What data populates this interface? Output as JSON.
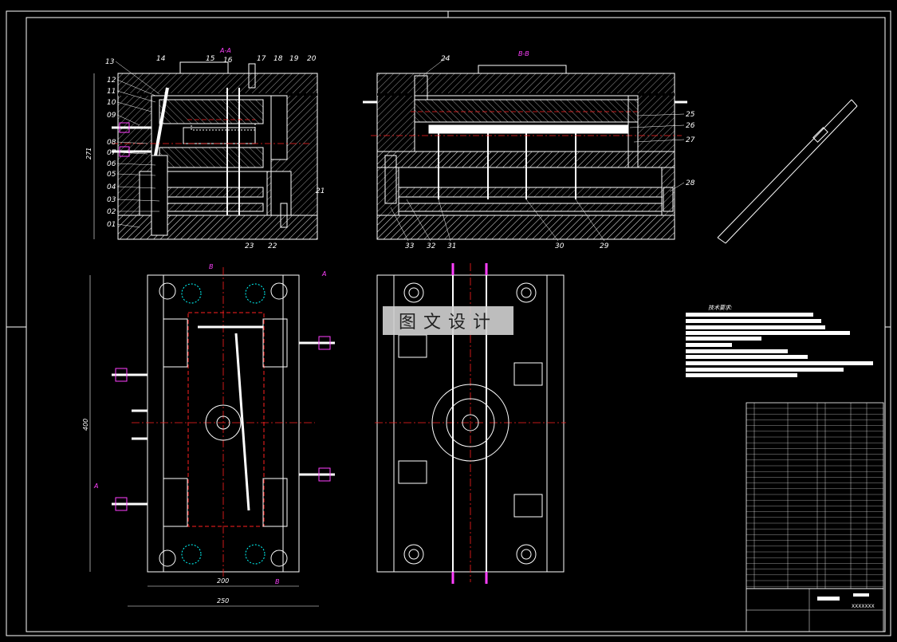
{
  "colors": {
    "background": "#000000",
    "line": "#ffffff",
    "center": "#ff2020",
    "section": "#ff40ff",
    "yellow": "#ffff00",
    "cyan": "#00ffff",
    "blue": "#4060ff"
  },
  "section_labels": {
    "aa": "A-A",
    "bb": "B-B",
    "a": "A",
    "b": "B"
  },
  "part_numbers_left": [
    "01",
    "02",
    "03",
    "04",
    "05",
    "06",
    "07",
    "08",
    "09",
    "10",
    "11",
    "12",
    "13"
  ],
  "part_numbers_top": [
    "14",
    "15",
    "16",
    "17",
    "18",
    "19",
    "20"
  ],
  "part_numbers_right_aa": [
    "21",
    "22",
    "23"
  ],
  "part_numbers_bb": [
    "24",
    "25",
    "26",
    "27",
    "28",
    "29",
    "30",
    "31",
    "32",
    "33"
  ],
  "dimensions": {
    "height_aa": "271",
    "height_plan": "400",
    "width_inner": "200",
    "width_outer": "250"
  },
  "watermark": "图文设计",
  "notes_title": "技术要求:",
  "title_block": {
    "code": "XXXXXXX"
  }
}
